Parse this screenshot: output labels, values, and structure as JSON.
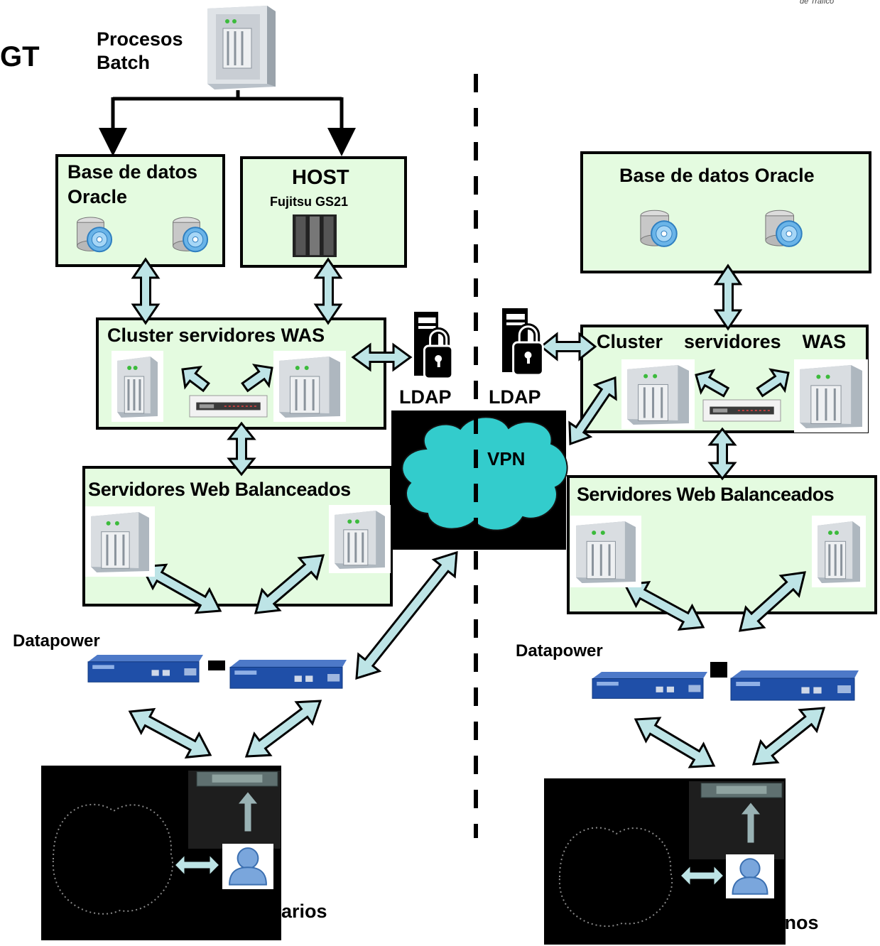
{
  "header": {
    "left_fragment": "GT",
    "corner_text": "de Tráfico"
  },
  "batch": {
    "line1": "Procesos",
    "line2": "Batch"
  },
  "left": {
    "db": {
      "line1": "Base de datos",
      "line2": "Oracle"
    },
    "host": {
      "title": "HOST",
      "subtitle": "Fujitsu GS21"
    },
    "cluster": "Cluster servidores WAS",
    "ldap": "LDAP",
    "web": "Servidores Web Balanceados",
    "datapower": "Datapower",
    "users": "Funcionarios"
  },
  "right": {
    "db": "Base de datos Oracle",
    "cluster": "Cluster    servidores    WAS",
    "ldap": "LDAP",
    "web": "Servidores Web Balanceados",
    "datapower": "Datapower",
    "users": "Ciudadanos"
  },
  "vpn": "VPN",
  "colors": {
    "box_fill": "#e4fbe0",
    "arrow_fill": "#bde4e6",
    "cloud_fill": "#33cccc",
    "device_blue": "#1f4fa8"
  }
}
